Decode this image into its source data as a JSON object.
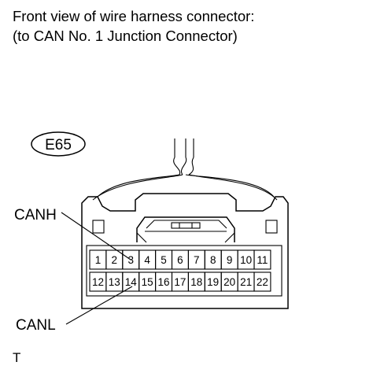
{
  "caption": {
    "line1": "Front view of wire harness connector:",
    "line2": "(to CAN No. 1 Junction Connector)"
  },
  "connector": {
    "id_label": "E65",
    "row1_pins": [
      "1",
      "2",
      "3",
      "4",
      "5",
      "6",
      "7",
      "8",
      "9",
      "10",
      "11"
    ],
    "row2_pins": [
      "12",
      "13",
      "14",
      "15",
      "16",
      "17",
      "18",
      "19",
      "20",
      "21",
      "22"
    ]
  },
  "callouts": {
    "canh": {
      "label": "CANH",
      "pin": "3"
    },
    "canl": {
      "label": "CANL",
      "pin": "14"
    }
  },
  "footer": {
    "code": "T"
  }
}
